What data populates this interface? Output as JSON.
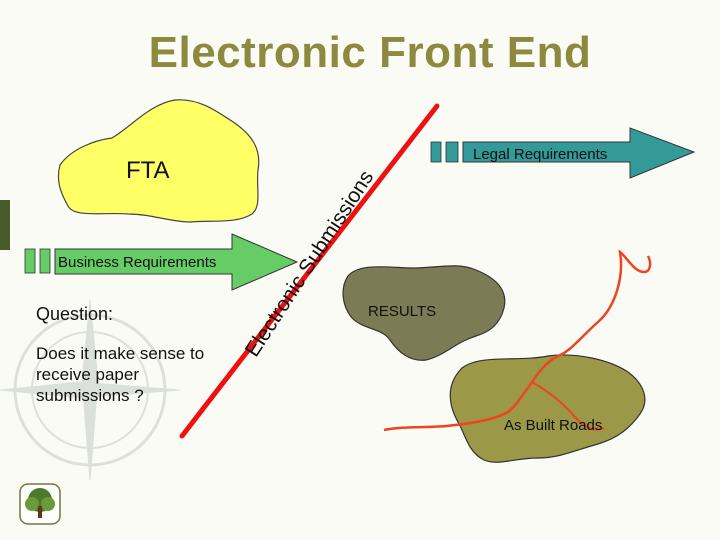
{
  "slide": {
    "title": "Electronic Front End",
    "diagonal_label": "Electronic Submissions",
    "fta_label": "FTA",
    "legal_label": "Legal Requirements",
    "business_label": "Business Requirements",
    "results_label": "RESULTS",
    "built_roads_label": "As Built Roads",
    "question_label": "Question:",
    "question_text": "Does it make sense to receive paper submissions ?"
  },
  "colors": {
    "title": "#8b8a3e",
    "fta_blob": "#ffff66",
    "arrow_teal": "#339999",
    "arrow_green": "#66cc66",
    "diagonal_line": "#ee1111",
    "results_blob": "#7b7b55",
    "built_blob": "#9b9848",
    "road": "#ee4422"
  }
}
